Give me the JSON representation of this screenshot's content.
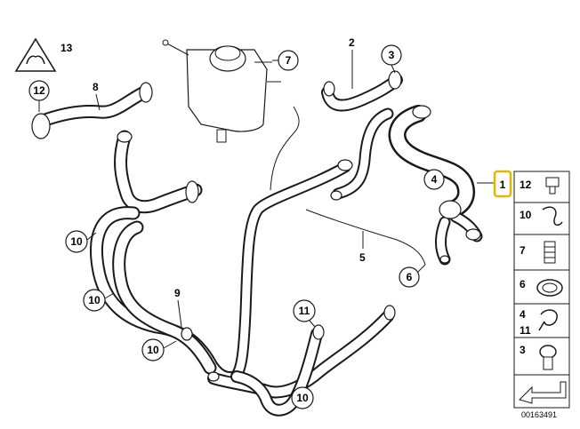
{
  "callouts": {
    "c13": "13",
    "c12": "12",
    "c8": "8",
    "c7": "7",
    "c2": "2",
    "c3": "3",
    "c4": "4",
    "c1": "1",
    "c5": "5",
    "c6": "6",
    "c9": "9",
    "c10a": "10",
    "c10b": "10",
    "c10c": "10",
    "c10d": "10",
    "c11": "11"
  },
  "side_panel": {
    "row12": "12",
    "row10": "10",
    "row7": "7",
    "row6": "6",
    "row4": "4",
    "row11": "11",
    "row3": "3"
  },
  "reference_code": "00163491",
  "colors": {
    "line": "#1a1a1a",
    "highlight_box": "#e8b400",
    "background": "#ffffff"
  }
}
